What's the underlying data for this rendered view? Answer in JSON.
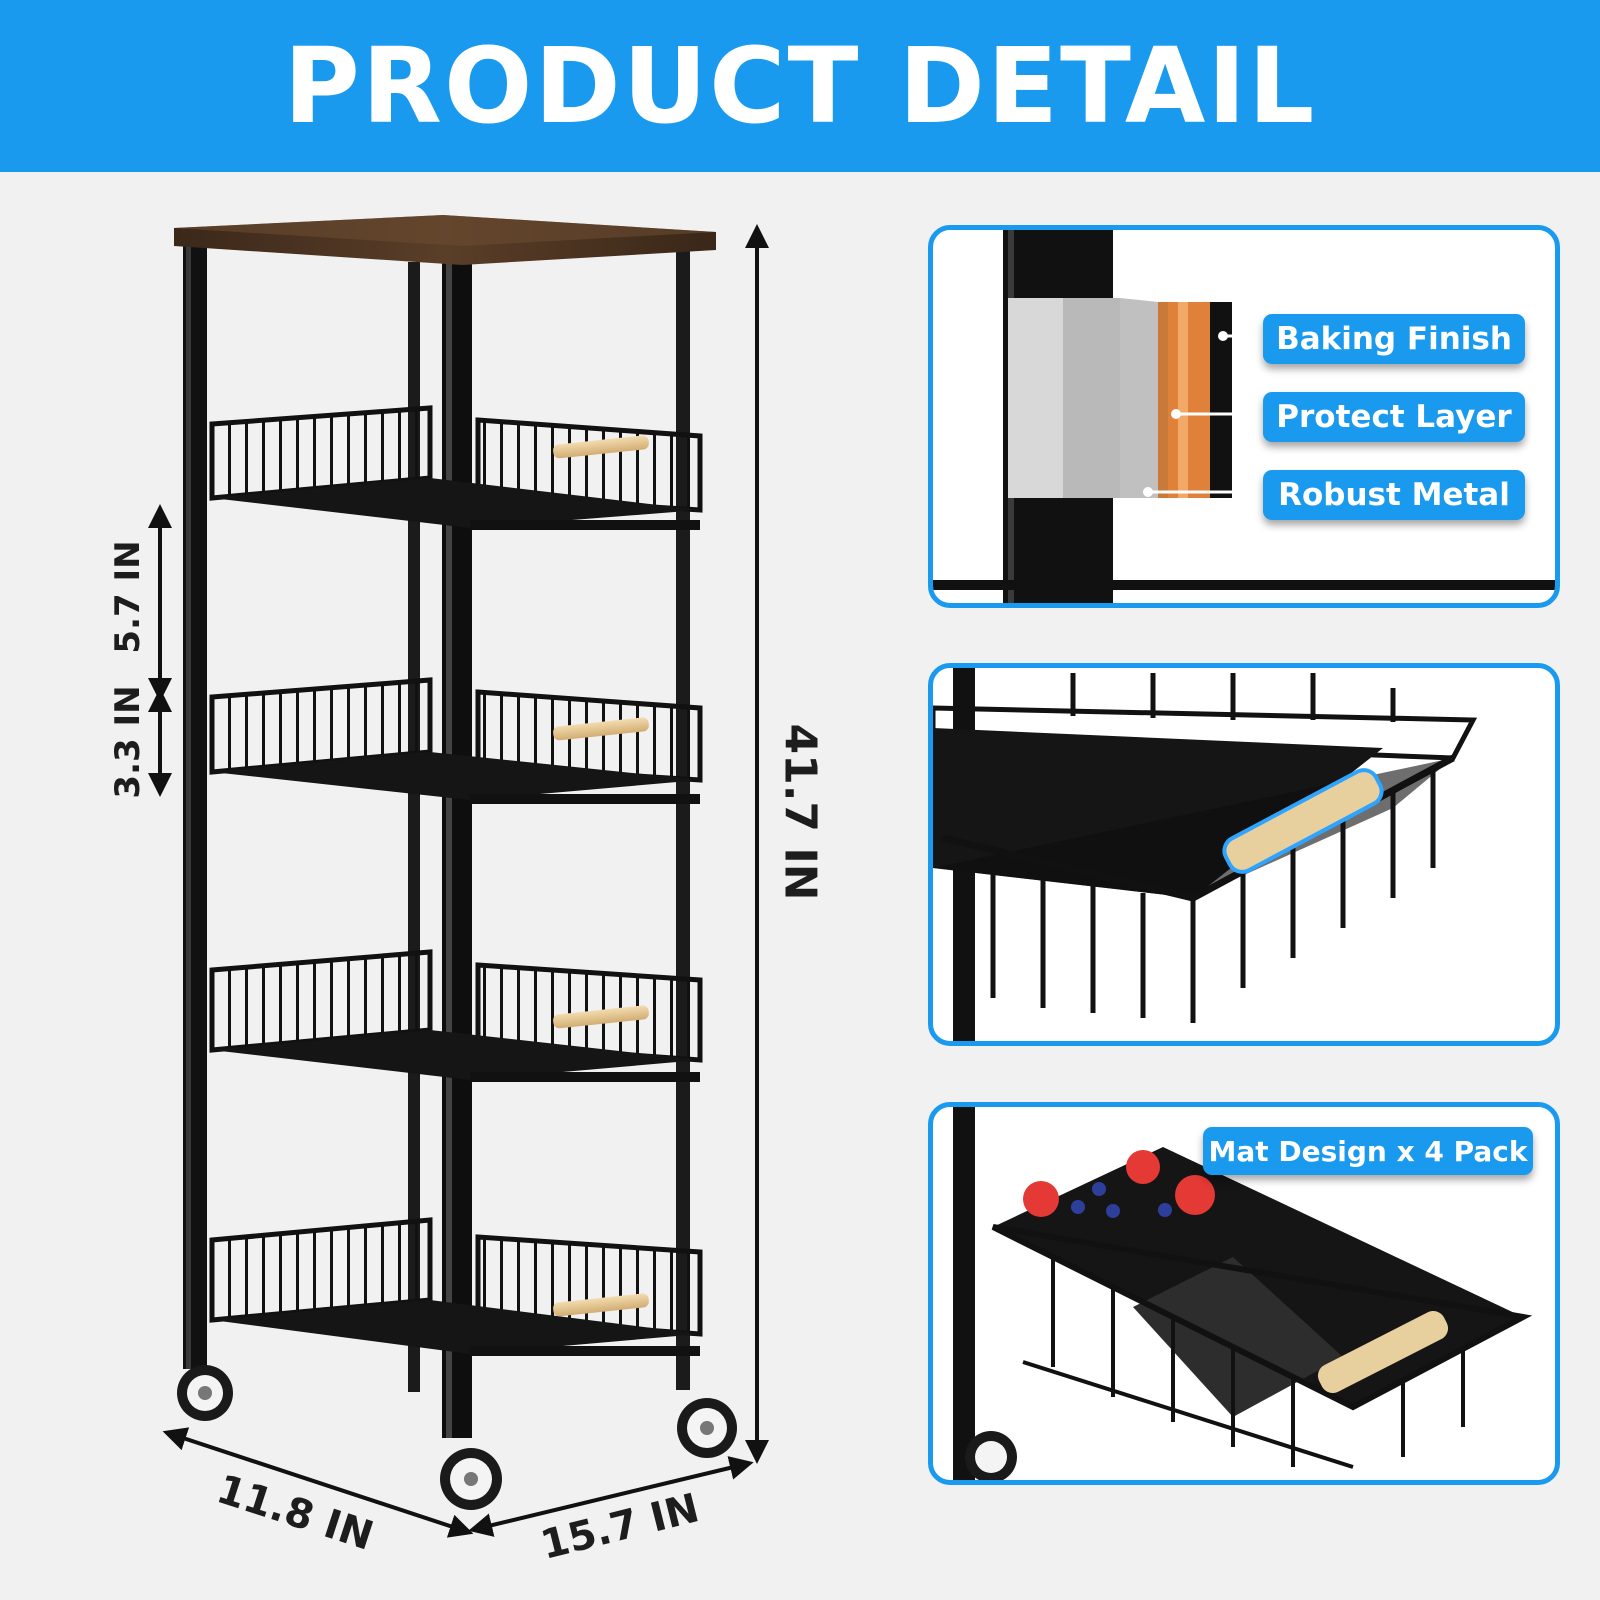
{
  "header": {
    "title": "PRODUCT DETAIL"
  },
  "dimensions": {
    "height": "41.7 IN",
    "basket_spacing": "5.7 IN",
    "basket_depth": "3.3 IN",
    "depth": "11.8 IN",
    "width": "15.7 IN"
  },
  "callouts": {
    "layer_1": "Baking Finish",
    "layer_2": "Protect Layer",
    "layer_3": "Robust Metal",
    "mat": "Mat Design x 4 Pack"
  },
  "colors": {
    "accent": "#1a9aef",
    "frame": "#111111",
    "wood_top": "#4a3322",
    "handle": "#e6c795"
  }
}
